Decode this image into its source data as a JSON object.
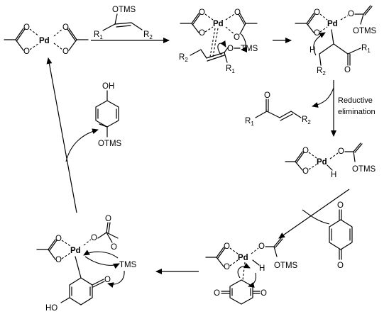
{
  "diagram": {
    "catalyst": {
      "metal": "Pd",
      "oxygen": "O"
    },
    "reagent_enol_ether": {
      "group": "OTMS",
      "r1": "R",
      "r1_sub": "1",
      "r2": "R",
      "r2_sub": "2"
    },
    "pi_complex": {
      "metal": "Pd",
      "oxygen": "O",
      "silyl": "TMS",
      "r1": "R",
      "r1_sub": "1",
      "r2": "R",
      "r2_sub": "2"
    },
    "alkyl_pd": {
      "metal": "Pd",
      "oxygen": "O",
      "silyl": "OTMS",
      "hydrogen": "H",
      "r1": "R",
      "r1_sub": "1",
      "r2": "R",
      "r2_sub": "2"
    },
    "step_label": {
      "line1": "Reductive",
      "line2": "elimination"
    },
    "enone_product": {
      "oxygen": "O",
      "r1": "R",
      "r1_sub": "1",
      "r2": "R",
      "r2_sub": "2"
    },
    "pd_hydride": {
      "metal": "Pd",
      "oxygen": "O",
      "hydrogen": "H",
      "silyl": "OTMS"
    },
    "benzoquinone": {
      "oxygen": "O"
    },
    "bq_complex": {
      "metal": "Pd",
      "oxygen": "O",
      "hydrogen": "H",
      "silyl": "OTMS"
    },
    "silyl_complex": {
      "metal": "Pd",
      "oxygen": "O",
      "silyl": "TMS",
      "hydroxy": "HO"
    },
    "hydroquinone_product": {
      "hydroxy": "OH",
      "silyl": "OTMS"
    }
  }
}
